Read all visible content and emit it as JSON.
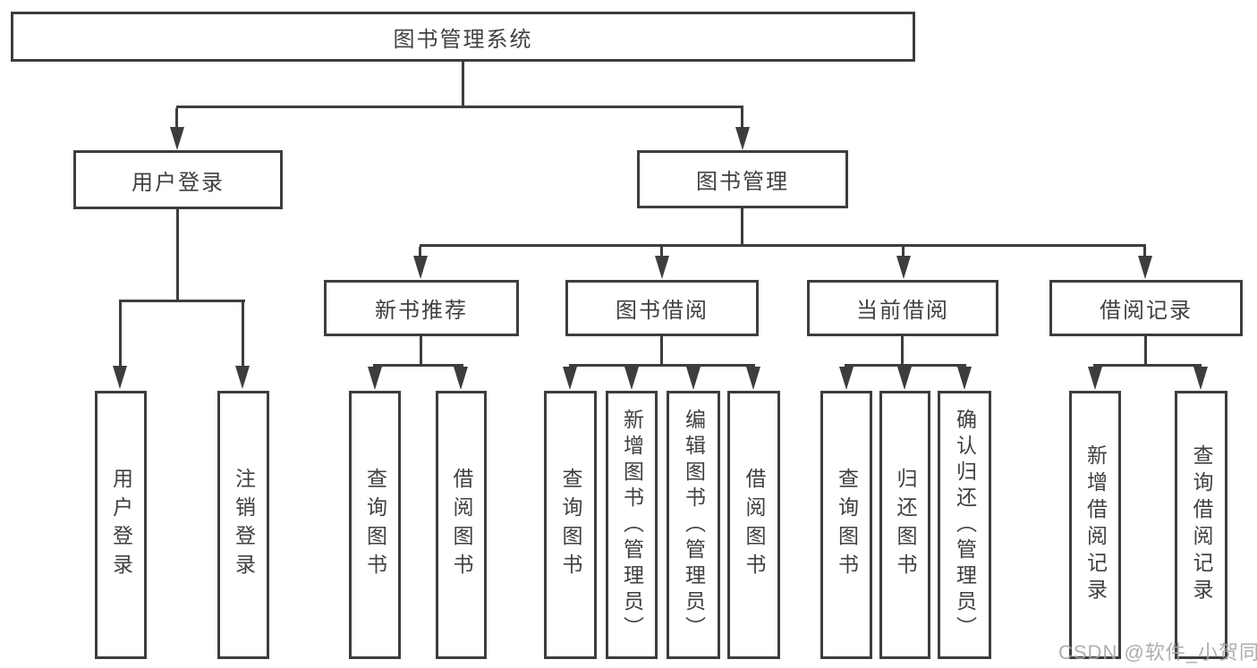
{
  "diagram": {
    "tree": {
      "label": "图书管理系统",
      "children": [
        {
          "label": "用户登录",
          "children": [
            {
              "label": "用户登录"
            },
            {
              "label": "注销登录"
            }
          ]
        },
        {
          "label": "图书管理",
          "children": [
            {
              "label": "新书推荐",
              "children": [
                {
                  "label": "查询图书"
                },
                {
                  "label": "借阅图书"
                }
              ]
            },
            {
              "label": "图书借阅",
              "children": [
                {
                  "label": "查询图书"
                },
                {
                  "label": "新增图书（管理员）"
                },
                {
                  "label": "编辑图书（管理员）"
                },
                {
                  "label": "借阅图书"
                }
              ]
            },
            {
              "label": "当前借阅",
              "children": [
                {
                  "label": "查询图书"
                },
                {
                  "label": "归还图书"
                },
                {
                  "label": "确认归还（管理员）"
                }
              ]
            },
            {
              "label": "借阅记录",
              "children": [
                {
                  "label": "新增借阅记录"
                },
                {
                  "label": "查询借阅记录"
                }
              ]
            }
          ]
        }
      ]
    }
  },
  "watermark": {
    "text": "CSDN @软件_小贺同学"
  },
  "colors": {
    "line": "#3d3d3d",
    "text": "#404040",
    "watermark": "#a5a5a5",
    "background": "#ffffff"
  }
}
